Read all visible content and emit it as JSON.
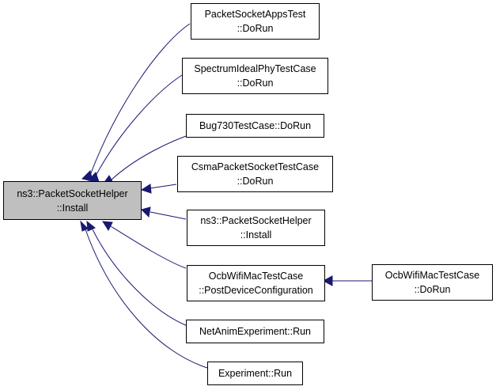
{
  "colors": {
    "edge": "#191970",
    "root_fill": "#bfbfbf",
    "node_fill": "#ffffff",
    "node_border": "#000000"
  },
  "graph": {
    "root": {
      "id": "root",
      "lines": [
        "ns3::PacketSocketHelper",
        "::Install"
      ]
    },
    "callers": [
      {
        "id": "packet-socket-apps-test",
        "lines": [
          "PacketSocketAppsTest",
          "::DoRun"
        ]
      },
      {
        "id": "spectrum-ideal-phy-test-case",
        "lines": [
          "SpectrumIdealPhyTestCase",
          "::DoRun"
        ]
      },
      {
        "id": "bug730-test-case",
        "lines": [
          "Bug730TestCase::DoRun"
        ]
      },
      {
        "id": "csma-packet-socket-test-case",
        "lines": [
          "CsmaPacketSocketTestCase",
          "::DoRun"
        ]
      },
      {
        "id": "packet-socket-helper-install",
        "lines": [
          "ns3::PacketSocketHelper",
          "::Install"
        ]
      },
      {
        "id": "ocb-wifi-mac-post-device-config",
        "lines": [
          "OcbWifiMacTestCase",
          "::PostDeviceConfiguration"
        ]
      },
      {
        "id": "net-anim-experiment-run",
        "lines": [
          "NetAnimExperiment::Run"
        ]
      },
      {
        "id": "experiment-run",
        "lines": [
          "Experiment::Run"
        ]
      }
    ],
    "secondary": [
      {
        "id": "ocb-wifi-mac-do-run",
        "lines": [
          "OcbWifiMacTestCase",
          "::DoRun"
        ]
      }
    ]
  }
}
